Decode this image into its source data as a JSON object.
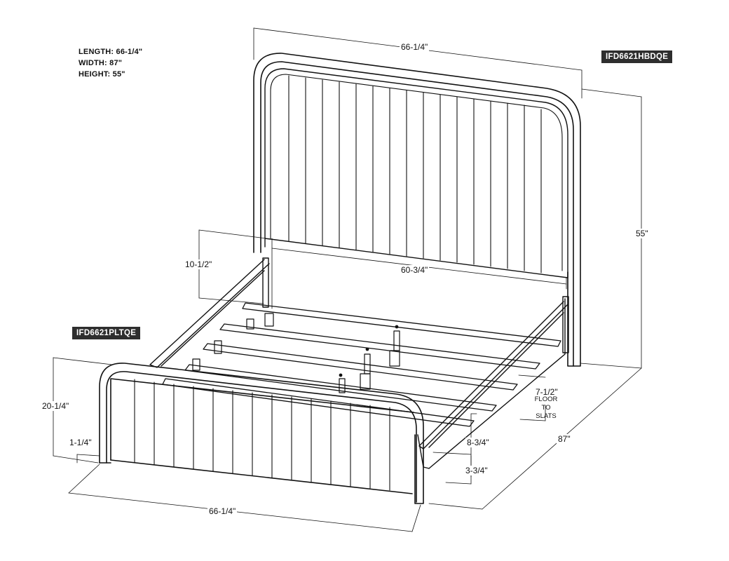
{
  "specs": {
    "length": "LENGTH: 66-1/4\"",
    "width": "WIDTH: 87\"",
    "height": "HEIGHT: 55\""
  },
  "parts": {
    "headboard_code": "IFD6621HBDQE",
    "footboard_code": "IFD6621PLTQE"
  },
  "dimensions": {
    "headboard_width": "66-1/4\"",
    "overall_height": "55\"",
    "rail_height": "10-1/2\"",
    "inner_width": "60-3/4\"",
    "floor_to_slats": "7-1/2\"",
    "floor_to_slats_note_1": "FLOOR TO",
    "floor_to_slats_note_2": "SLATS",
    "footboard_height": "20-1/4\"",
    "leg_height": "1-1/4\"",
    "rail_to_floor": "8-3/4\"",
    "rail_depth": "3-3/4\"",
    "overall_length": "87\"",
    "footboard_width": "66-1/4\""
  }
}
